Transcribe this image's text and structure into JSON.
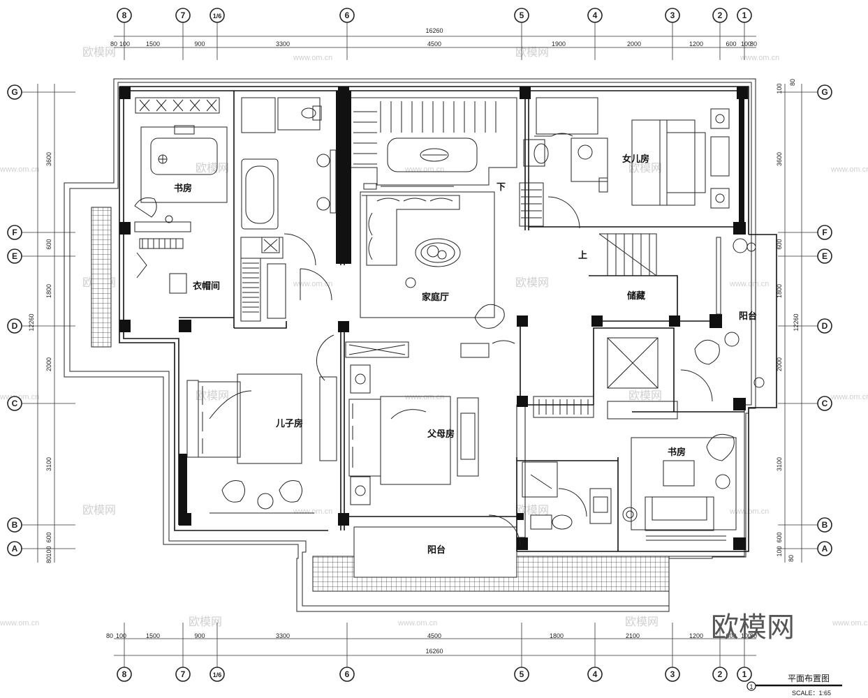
{
  "drawing": {
    "title": "平面布置图",
    "scale": "SCALE：1:65",
    "view_number": "1"
  },
  "watermark": {
    "brand": "欧模网",
    "url": "www.om.cn"
  },
  "grid": {
    "top_axes": [
      "8",
      "7",
      "1/6",
      "6",
      "5",
      "4",
      "3",
      "2",
      "1"
    ],
    "bottom_axes": [
      "8",
      "7",
      "1/6",
      "6",
      "5",
      "4",
      "3",
      "2",
      "1"
    ],
    "side_axes": [
      "G",
      "F",
      "E",
      "D",
      "C",
      "B",
      "A"
    ]
  },
  "dimensions": {
    "top_total": "16260",
    "top_segments": [
      "80",
      "100",
      "1500",
      "900",
      "3300",
      "4500",
      "1900",
      "2000",
      "1200",
      "600",
      "100",
      "80"
    ],
    "bottom_total": "16260",
    "bottom_segments": [
      "80",
      "100",
      "1500",
      "900",
      "3300",
      "4500",
      "1800",
      "2100",
      "1200",
      "600",
      "100",
      "80"
    ],
    "left_total": "12260",
    "left_segments": [
      "3600",
      "600",
      "1800",
      "2000",
      "3100",
      "600",
      "100",
      "80"
    ],
    "right_total": "12260",
    "right_segments": [
      "100",
      "80",
      "3600",
      "600",
      "1800",
      "2000",
      "3100",
      "600",
      "100",
      "80"
    ]
  },
  "rooms": {
    "study_west": "书房",
    "closet": "衣帽间",
    "family_hall": "家庭厅",
    "daughter_room": "女儿房",
    "storage": "储藏",
    "balcony_east": "阳台",
    "son_room": "儿子房",
    "parents_room": "父母房",
    "study_east": "书房",
    "balcony_south": "阳台"
  },
  "stair_labels": {
    "down": "下",
    "up": "上"
  }
}
